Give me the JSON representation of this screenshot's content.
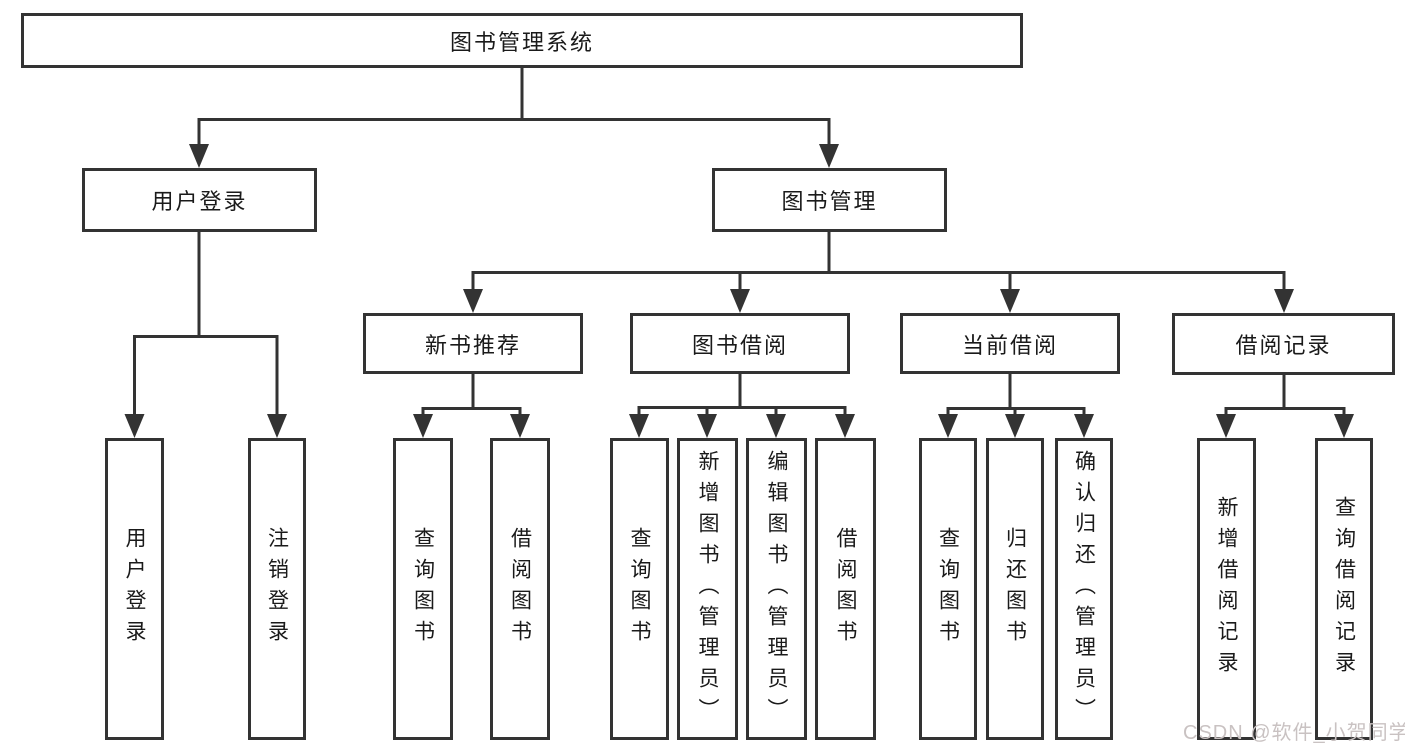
{
  "tree": {
    "label": "图书管理系统",
    "children": [
      {
        "label": "用户登录",
        "children": [
          {
            "label": "用户登录"
          },
          {
            "label": "注销登录"
          }
        ]
      },
      {
        "label": "图书管理",
        "children": [
          {
            "label": "新书推荐",
            "children": [
              {
                "label": "查询图书"
              },
              {
                "label": "借阅图书"
              }
            ]
          },
          {
            "label": "图书借阅",
            "children": [
              {
                "label": "查询图书"
              },
              {
                "label": "新增图书（管理员）"
              },
              {
                "label": "编辑图书（管理员）"
              },
              {
                "label": "借阅图书"
              }
            ]
          },
          {
            "label": "当前借阅",
            "children": [
              {
                "label": "查询图书"
              },
              {
                "label": "归还图书"
              },
              {
                "label": "确认归还（管理员）"
              }
            ]
          },
          {
            "label": "借阅记录",
            "children": [
              {
                "label": "新增借阅记录"
              },
              {
                "label": "查询借阅记录"
              }
            ]
          }
        ]
      }
    ]
  },
  "watermark": {
    "text": "CSDN @软件_小贺同学"
  },
  "colors": {
    "line": "#333333",
    "text": "#1a1a1a",
    "background": "#ffffff",
    "watermark": "#c9c2c2"
  }
}
